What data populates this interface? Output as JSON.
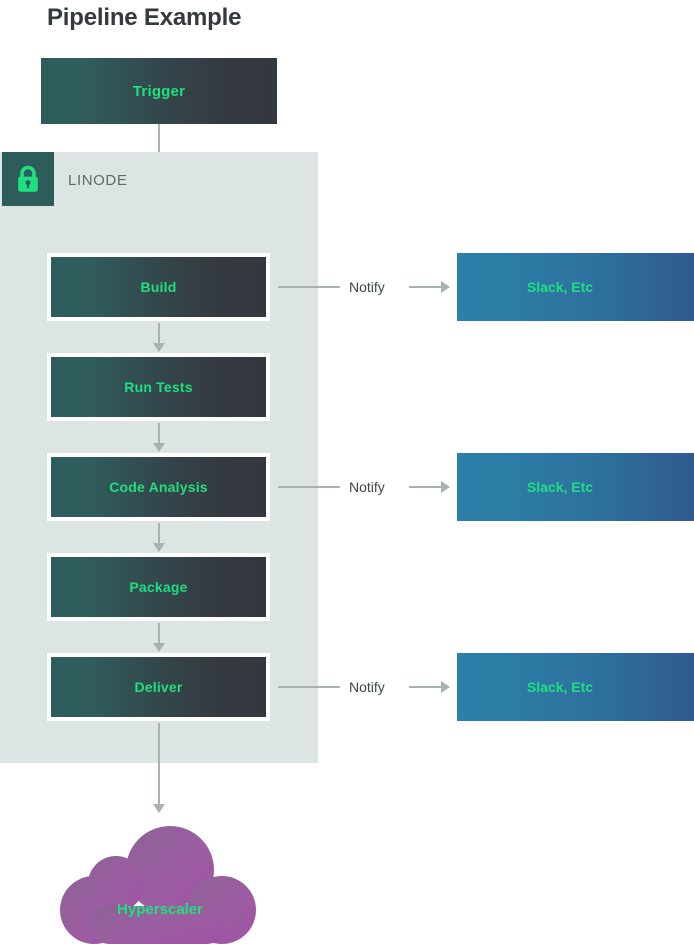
{
  "page": {
    "title": "Pipeline Example",
    "background": "#ffffff"
  },
  "colors": {
    "accent_green": "#1fe07f",
    "panel_bg": "#dde5e4",
    "stage_gradient_start": "#2c5d5c",
    "stage_gradient_end": "#33383e",
    "notify_gradient_start": "#2b7fa8",
    "notify_gradient_end": "#2f588b",
    "cloud_purple": "#9a5fa0",
    "connector_gray": "#a9b2b3",
    "title_color": "#36393d",
    "label_gray": "#5f6a6b",
    "lock_tile": "#2d5d5b"
  },
  "trigger": {
    "label": "Trigger"
  },
  "linode_panel": {
    "label": "LINODE",
    "lock_icon": "lock-icon"
  },
  "pipeline": {
    "stages": [
      {
        "label": "Build"
      },
      {
        "label": "Run Tests"
      },
      {
        "label": "Code Analysis"
      },
      {
        "label": "Package"
      },
      {
        "label": "Deliver"
      }
    ]
  },
  "notifications": [
    {
      "edge_label": "Notify",
      "target_label": "Slack, Etc",
      "from_stage": "Build"
    },
    {
      "edge_label": "Notify",
      "target_label": "Slack, Etc",
      "from_stage": "Code Analysis"
    },
    {
      "edge_label": "Notify",
      "target_label": "Slack, Etc",
      "from_stage": "Deliver"
    }
  ],
  "cloud": {
    "label": "Hyperscaler"
  }
}
